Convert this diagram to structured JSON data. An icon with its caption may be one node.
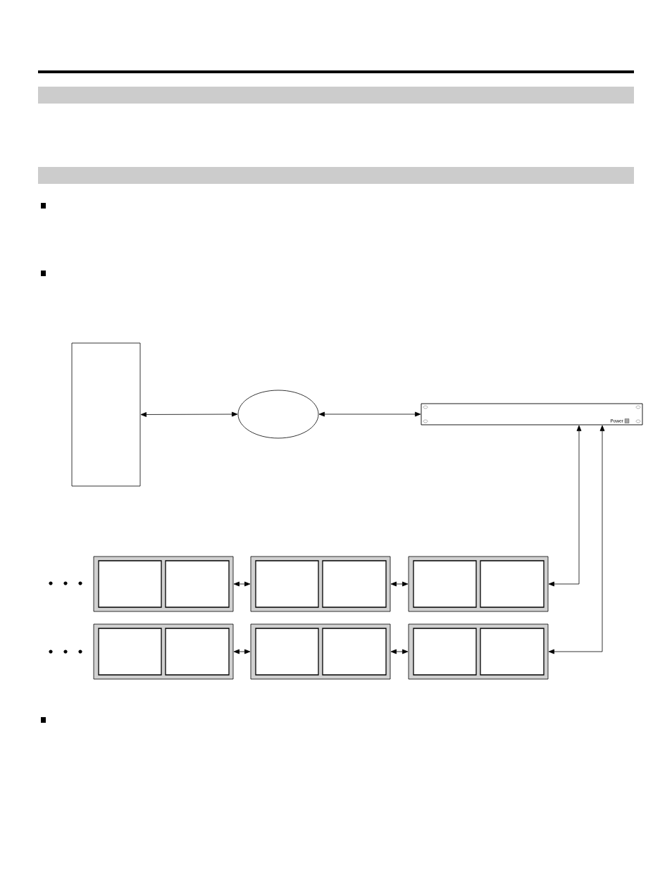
{
  "diagram": {
    "nodes": [
      {
        "text": [],
        "shape": "box"
      },
      {
        "text": [],
        "shape": "circle"
      },
      {
        "text": [],
        "shape": "box"
      },
      {
        "text": [],
        "shape": "box"
      },
      {
        "text": [],
        "shape": "box",
        "in": 3
      },
      {
        "text": [],
        "shape": "box",
        "in": 3
      },
      {
        "text": [],
        "shape": "box"
      },
      {
        "text": [],
        "shape": "box",
        "in": 6
      },
      {
        "text": [],
        "shape": "box",
        "in": 6
      },
      {
        "text": [],
        "shape": "box"
      },
      {
        "text": [],
        "shape": "box",
        "in": 9
      },
      {
        "text": [],
        "shape": "box",
        "in": 9
      },
      {
        "text": [],
        "shape": "box"
      },
      {
        "text": [],
        "shape": "box",
        "in": 12
      },
      {
        "text": [],
        "shape": "box",
        "in": 12
      },
      {
        "text": [],
        "shape": "box"
      },
      {
        "text": [],
        "shape": "box",
        "in": 15
      },
      {
        "text": [],
        "shape": "box",
        "in": 15
      },
      {
        "text": [],
        "shape": "box"
      },
      {
        "text": [],
        "shape": "box",
        "in": 18
      },
      {
        "text": [],
        "shape": "box",
        "in": 18
      }
    ],
    "edges": [
      {
        "from": 0,
        "to": 1,
        "arrow": "both"
      },
      {
        "from": 1,
        "to": 2,
        "arrow": "both"
      },
      {
        "from": 3,
        "to": 6,
        "arrow": "both"
      },
      {
        "from": 6,
        "to": 9,
        "arrow": "both"
      },
      {
        "from": 9,
        "to": 2,
        "arrow": "both"
      },
      {
        "from": 12,
        "to": 15,
        "arrow": "both"
      },
      {
        "from": 15,
        "to": 18,
        "arrow": "both"
      },
      {
        "from": 18,
        "to": 2,
        "arrow": "both"
      }
    ],
    "labels": [
      "Power"
    ]
  }
}
